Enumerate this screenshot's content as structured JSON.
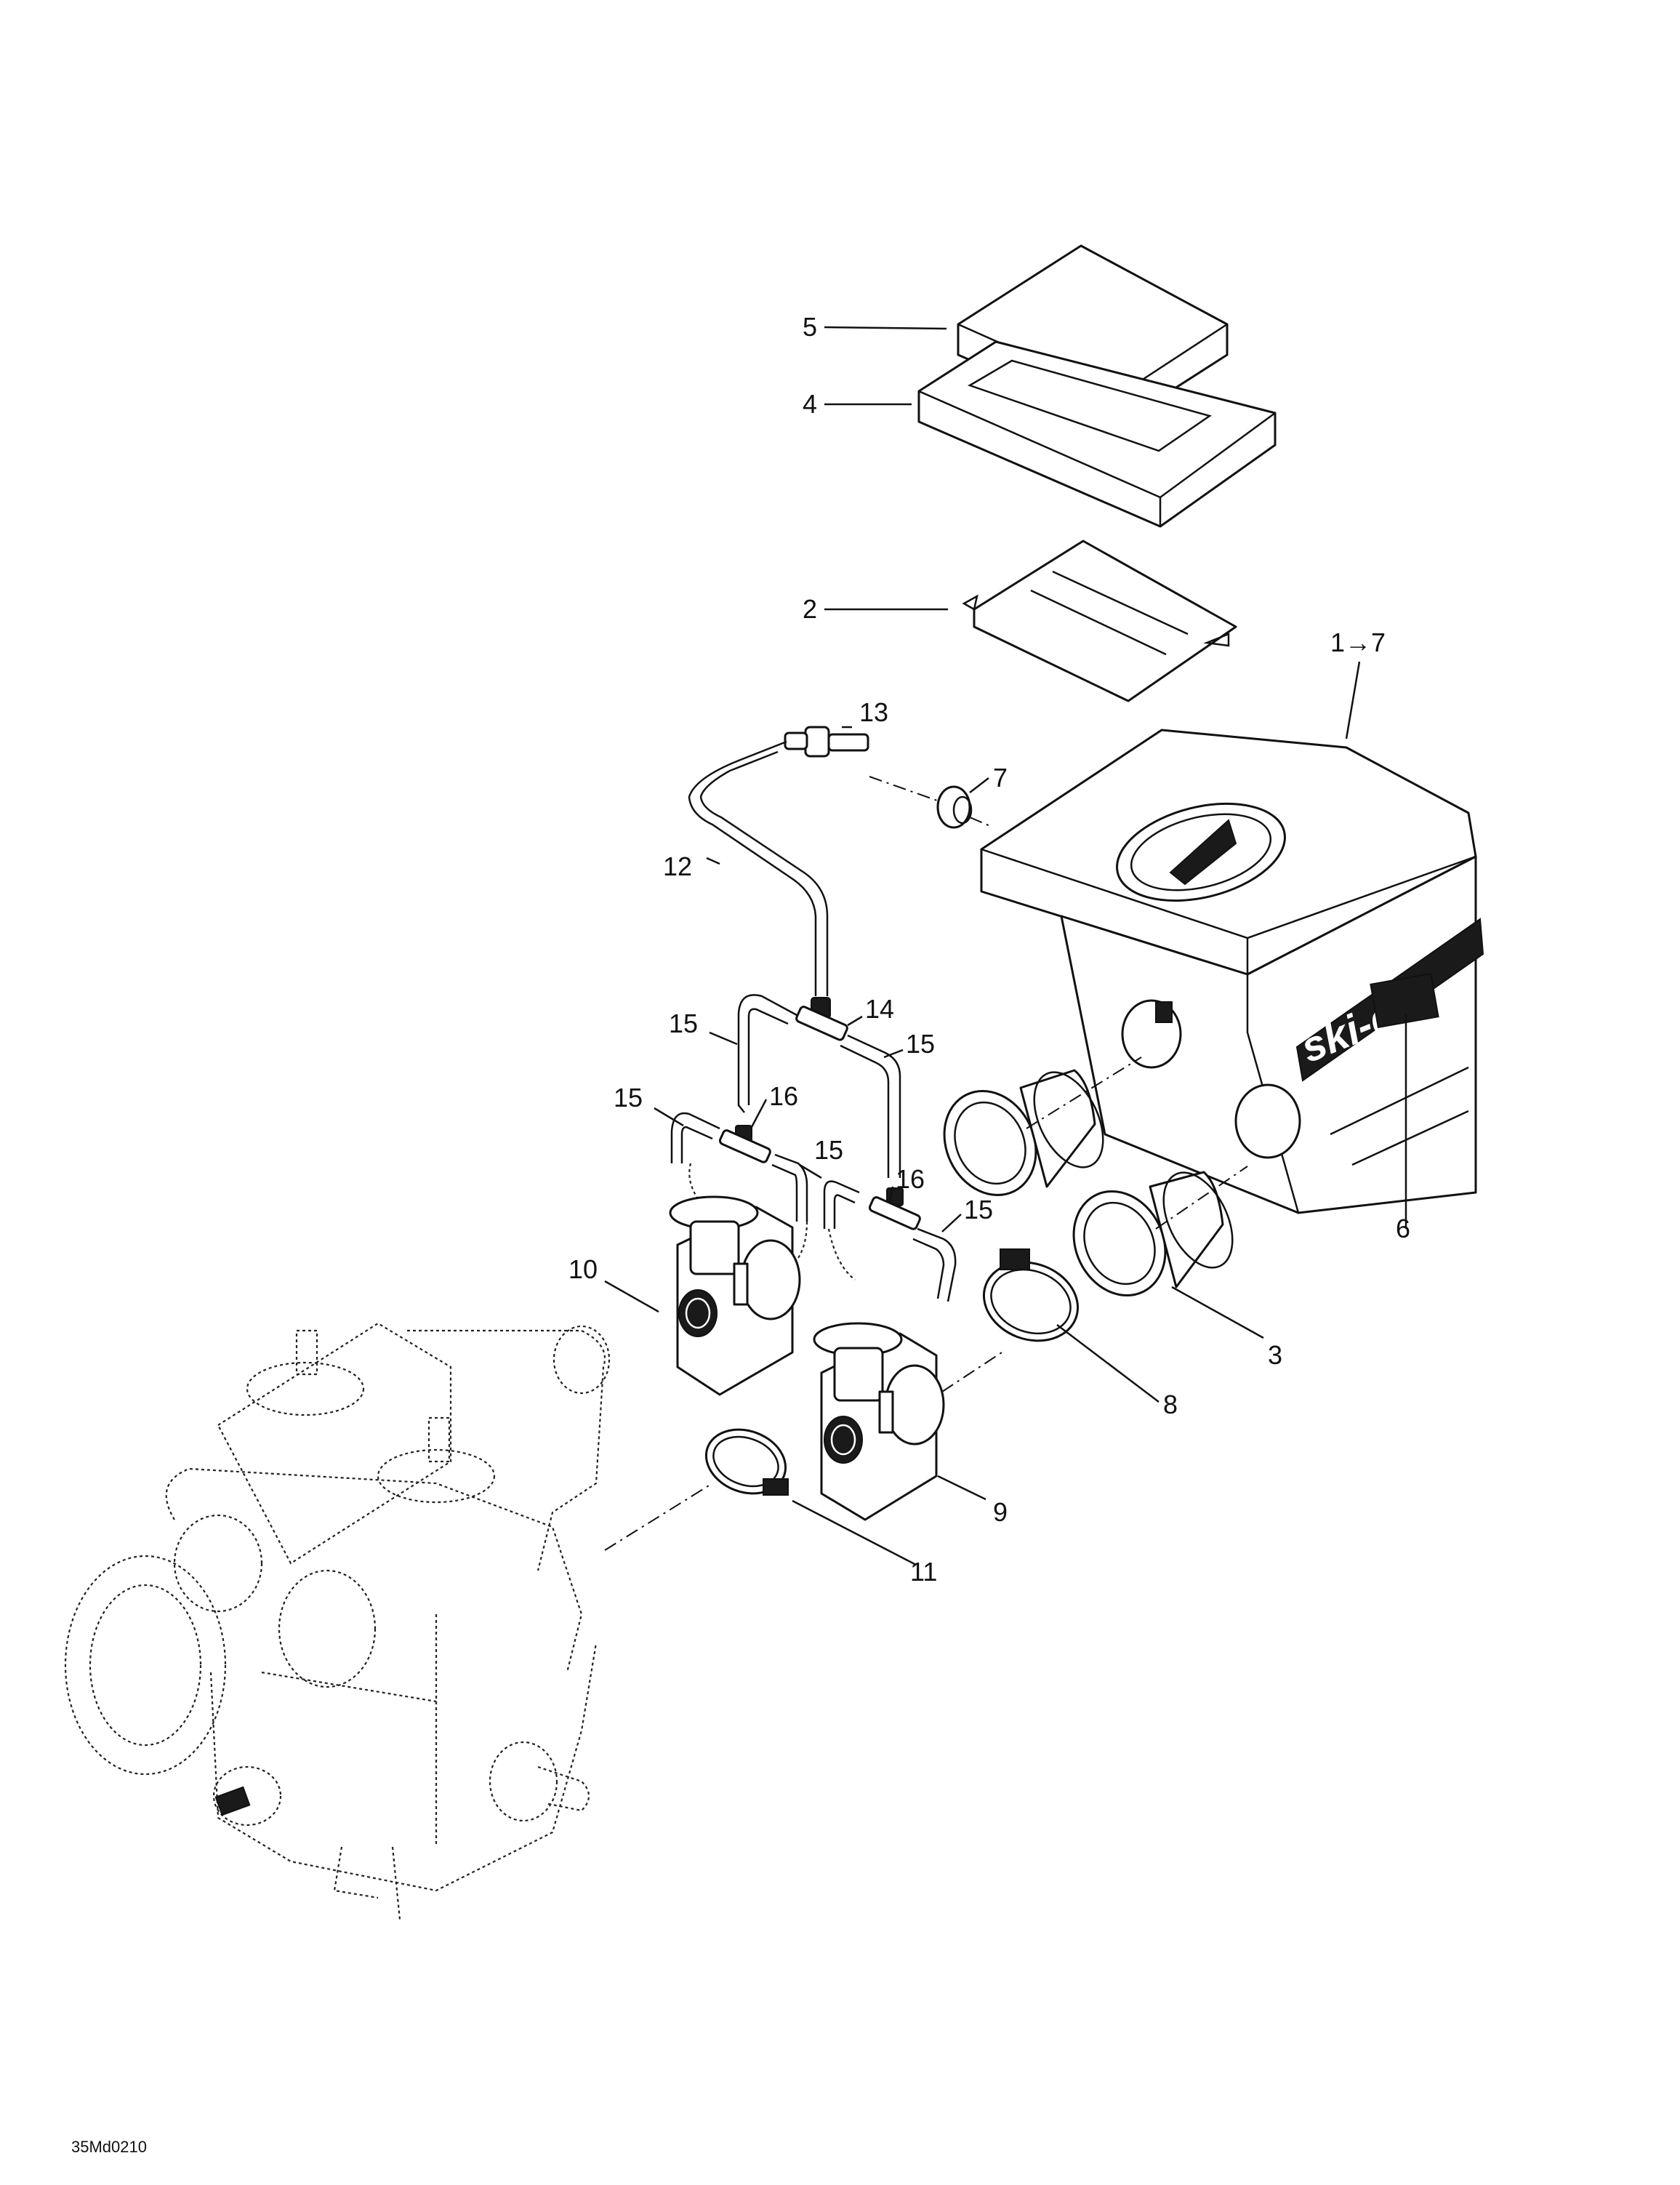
{
  "diagram": {
    "reference_code": "35Md0210",
    "brand_logo_text": "ski-doo",
    "callouts": [
      {
        "id": "c5",
        "label": "5"
      },
      {
        "id": "c4",
        "label": "4"
      },
      {
        "id": "c2",
        "label": "2"
      },
      {
        "id": "c1-7",
        "label": "1→7"
      },
      {
        "id": "c13",
        "label": "13"
      },
      {
        "id": "c7",
        "label": "7"
      },
      {
        "id": "c12",
        "label": "12"
      },
      {
        "id": "c15a",
        "label": "15"
      },
      {
        "id": "c14",
        "label": "14"
      },
      {
        "id": "c15b",
        "label": "15"
      },
      {
        "id": "c15c",
        "label": "15"
      },
      {
        "id": "c16a",
        "label": "16"
      },
      {
        "id": "c15d",
        "label": "15"
      },
      {
        "id": "c16b",
        "label": "16"
      },
      {
        "id": "c15e",
        "label": "15"
      },
      {
        "id": "c6",
        "label": "6"
      },
      {
        "id": "c10",
        "label": "10"
      },
      {
        "id": "c3",
        "label": "3"
      },
      {
        "id": "c8",
        "label": "8"
      },
      {
        "id": "c9",
        "label": "9"
      },
      {
        "id": "c11",
        "label": "11"
      }
    ]
  }
}
